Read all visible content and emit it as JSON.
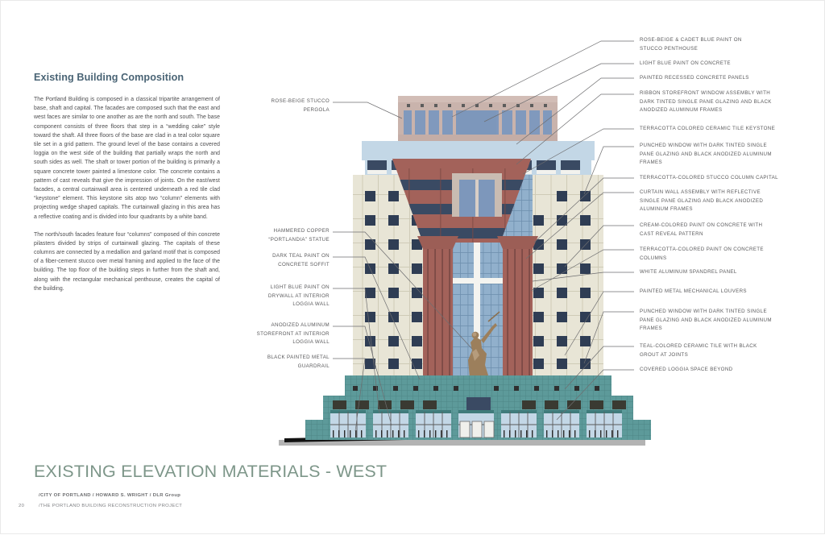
{
  "page": {
    "number": "20",
    "background": "#ffffff"
  },
  "left_panel": {
    "heading": "Existing Building Composition",
    "heading_color": "#4a6475",
    "paragraphs": [
      "The Portland Building is composed in a classical tripartite arrangement of base, shaft and capital.   The facades are composed such that the east and west faces are similar to one another as are the north and south.    The base component consists of three floors that step in a “wedding cake” style toward the shaft.  All three floors of the base are clad in a teal color square tile set in a grid pattern.  The ground level of the base contains a covered loggia on the west side of the building that partially wraps the north and south sides as well.  The shaft or tower portion of the building is primarily a square concrete tower painted a limestone color.  The concrete contains a pattern of cast reveals that give the impression of joints.  On the east/west facades, a central curtainwall area is centered underneath a red tile clad “keystone” element.  This keystone sits atop two “column” elements with projecting wedge shaped capitals. The curtainwall glazing in this area has a reflective coating and is divided into four quadrants by a white band.",
      "The north/south facades feature four “columns” composed of thin concrete pilasters divided by strips of curtainwall glazing.  The capitals of these columns are connected by a medallion and garland motif that is composed of a fiber-cement stucco over metal framing and applied to the face of the building.  The top floor of the building steps in further from the shaft and, along with the rectangular mechanical penthouse, creates the capital of the building."
    ]
  },
  "title_block": {
    "title": "EXISTING ELEVATION MATERIALS - WEST",
    "title_color": "#7d9689",
    "credit_line_1": "/CITY OF PORTLAND / HOWARD S. WRIGHT / DLR Group",
    "credit_line_2": "/THE PORTLAND BUILDING RECONSTRUCTION PROJECT"
  },
  "annotations_left": [
    {
      "id": "pergola",
      "lines": [
        "ROSE-BEIGE STUCCO",
        "PERGOLA"
      ]
    },
    {
      "id": "portlandia-statue",
      "lines": [
        "HAMMERED COPPER",
        "“PORTLANDIA” STATUE"
      ]
    },
    {
      "id": "dark-teal-soffit",
      "lines": [
        "DARK TEAL PAINT ON",
        "CONCRETE SOFFIT"
      ]
    },
    {
      "id": "light-blue-drywall",
      "lines": [
        "LIGHT BLUE PAINT ON",
        "DRYWALL AT INTERIOR",
        "LOGGIA WALL"
      ]
    },
    {
      "id": "anodized-storefront",
      "lines": [
        "ANODIZED ALUMINUM",
        "STOREFRONT AT INTERIOR",
        "LOGGIA WALL"
      ]
    },
    {
      "id": "black-guardrail",
      "lines": [
        "BLACK PAINTED METAL",
        "GUARDRAIL"
      ]
    }
  ],
  "annotations_right": [
    {
      "id": "stucco-penthouse",
      "lines": [
        "ROSE-BEIGE & CADET BLUE PAINT ON",
        "STUCCO PENTHOUSE"
      ]
    },
    {
      "id": "light-blue-concrete",
      "lines": [
        "LIGHT BLUE PAINT ON CONCRETE"
      ]
    },
    {
      "id": "recessed-panels",
      "lines": [
        "PAINTED RECESSED CONCRETE PANELS"
      ]
    },
    {
      "id": "ribbon-storefront",
      "lines": [
        "RIBBON STOREFRONT WINDOW ASSEMBLY WITH",
        "DARK TINTED SINGLE PANE GLAZING AND BLACK",
        "ANODIZED ALUMINUM FRAMES"
      ]
    },
    {
      "id": "keystone-tile",
      "lines": [
        "TERRACOTTA COLORED CERAMIC TILE KEYSTONE"
      ]
    },
    {
      "id": "punched-window-upper",
      "lines": [
        "PUNCHED WINDOW WITH DARK TINTED SINGLE",
        "PANE GLAZING AND BLACK ANODIZED ALUMINUM",
        "FRAMES"
      ]
    },
    {
      "id": "column-capital",
      "lines": [
        "TERRACOTTA-COLORED STUCCO COLUMN CAPITAL"
      ]
    },
    {
      "id": "curtain-wall",
      "lines": [
        "CURTAIN WALL ASSEMBLY WITH REFLECTIVE",
        "SINGLE PANE GLAZING AND BLACK ANODIZED",
        "ALUMINUM FRAMES"
      ]
    },
    {
      "id": "cream-concrete",
      "lines": [
        "CREAM-COLORED PAINT ON CONCRETE WITH",
        "CAST REVEAL PATTERN"
      ]
    },
    {
      "id": "terracotta-columns",
      "lines": [
        "TERRACOTTA-COLORED PAINT ON CONCRETE",
        "COLUMNS"
      ]
    },
    {
      "id": "spandrel-panel",
      "lines": [
        "WHITE ALUMINUM SPANDREL PANEL"
      ]
    },
    {
      "id": "mechanical-louvers",
      "lines": [
        "PAINTED METAL MECHANICAL LOUVERS"
      ]
    },
    {
      "id": "punched-window-lower",
      "lines": [
        "PUNCHED WINDOW WITH DARK TINTED SINGLE",
        "PANE GLAZING AND BLACK ANODIZED ALUMINUM",
        "FRAMES"
      ]
    },
    {
      "id": "teal-ceramic-tile",
      "lines": [
        "TEAL-COLORED CERAMIC TILE  WITH BLACK",
        "GROUT AT JOINTS"
      ]
    },
    {
      "id": "covered-loggia",
      "lines": [
        "COVERED LOGGIA SPACE BEYOND"
      ]
    }
  ],
  "elevation": {
    "name": "west-elevation-drawing",
    "colors": {
      "rose_beige_stucco": "#c9b3ac",
      "cadet_blue_panel": "#8099bd",
      "light_blue_concrete": "#c3d7e6",
      "terracotta": "#a3625a",
      "dark_navy_glazing": "#3a4a63",
      "cream_concrete": "#e8e5d6",
      "teal_base": "#5d9a9a",
      "dark_teal_soffit": "#3f7b7b",
      "white_spandrel": "#f2f2ee",
      "copper_statue": "#9c7f5c",
      "ground": "#b3b3b3",
      "leader_line": "#6e6e70"
    }
  }
}
